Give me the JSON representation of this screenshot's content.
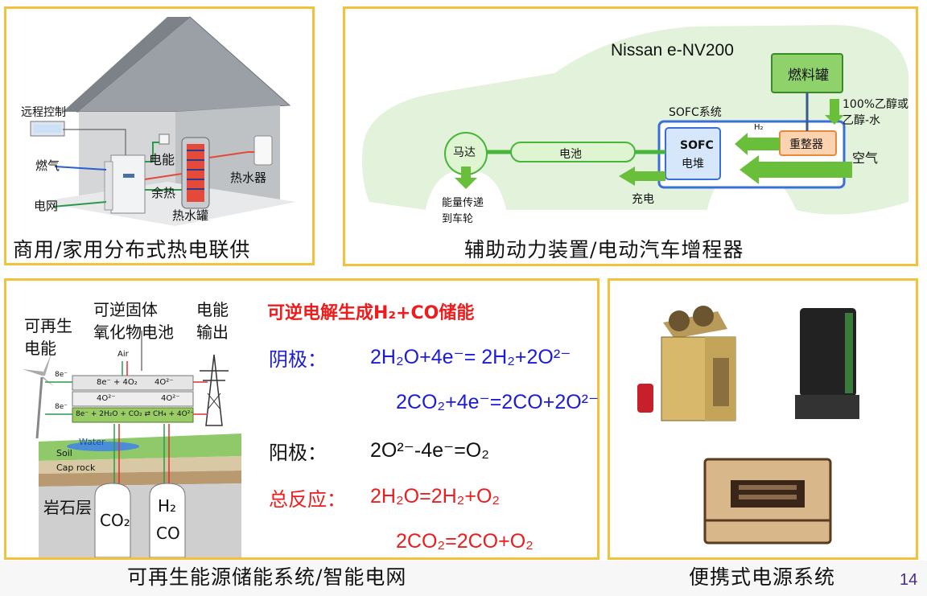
{
  "page_number": "14",
  "colors": {
    "panel_border": "#f2c23a",
    "red": "#ee1c1c",
    "blue": "#1c1cd8",
    "green": "#46b53a",
    "frame_blue": "#3a6fd8"
  },
  "panel1": {
    "caption": "商用/家用分布式热电联供",
    "labels": {
      "remote": "远程控制",
      "gas": "燃气",
      "grid": "电网",
      "power": "电能",
      "waste_heat": "余热",
      "water_heater": "热水器",
      "hot_water_tank": "热水罐"
    }
  },
  "panel2": {
    "caption": "辅助动力装置/电动汽车增程器",
    "vehicle": "Nissan e-NV200",
    "fuel_tank": "燃料罐",
    "fuel_note_line1": "100%乙醇或",
    "fuel_note_line2": "乙醇-水",
    "sofc_system": "SOFC系统",
    "h2": "H₂",
    "reformer": "重整器",
    "air": "空气",
    "sofc_stack_line1": "SOFC",
    "sofc_stack_line2": "电堆",
    "battery": "电池",
    "motor": "马达",
    "charge": "充电",
    "wheel_line1": "能量传递",
    "wheel_line2": "到车轮"
  },
  "panel3": {
    "caption": "可再生能源储能系统/智能电网",
    "title": "可逆电解生成H₂+CO储能",
    "diagram": {
      "renewable_line1": "可再生",
      "renewable_line2": "电能",
      "cell_line1": "可逆固体",
      "cell_line2": "氧化物电池",
      "output_line1": "电能",
      "output_line2": "输出",
      "air": "Air",
      "layer1_left": "8e⁻ + 4O₂",
      "layer1_right": "4O²⁻",
      "layer2_left": "4O²⁻",
      "layer2_right": "4O²⁻",
      "layer3": "8e⁻ + 2H₂O + CO₂ ⇄ CH₄ + 4O²⁻",
      "e_top": "8e⁻",
      "e_bottom": "8e⁻",
      "water": "Water",
      "soil": "Soil",
      "cap_rock": "Cap rock",
      "rock_layer": "岩石层",
      "co2": "CO₂",
      "h2": "H₂",
      "co": "CO"
    },
    "cathode_label": "阴极：",
    "cathode_eq1": "2H₂O+4e⁻= 2H₂+2O²⁻",
    "cathode_eq2": "2CO₂+4e⁻=2CO+2O²⁻",
    "anode_label": "阳极：",
    "anode_eq": "2O²⁻-4e⁻=O₂",
    "overall_label": "总反应：",
    "overall_eq1": "2H₂O=2H₂+O₂",
    "overall_eq2": "2CO₂=2CO+O₂"
  },
  "panel4": {
    "caption": "便携式电源系统"
  }
}
